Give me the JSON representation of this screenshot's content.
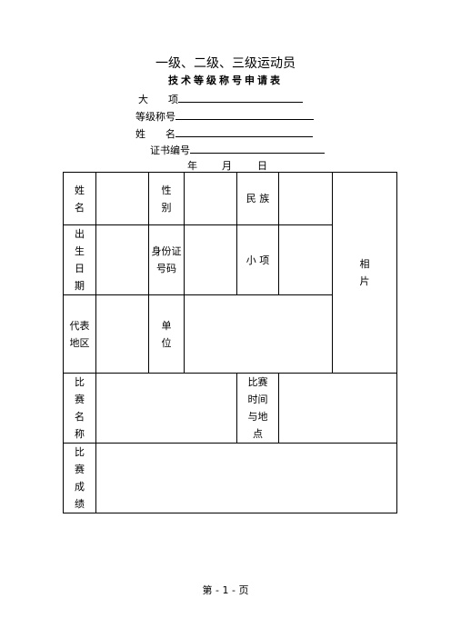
{
  "header": {
    "title": "一级、二级、三级运动员",
    "subtitle": "技术等级称号申请表"
  },
  "fields": {
    "major_label": "大　　项",
    "grade_label": "等级称号",
    "name_label": "姓　　名",
    "cert_label": "证书编号",
    "year": "年",
    "month": "月",
    "day": "日"
  },
  "table": {
    "name": "姓名",
    "gender": "性别",
    "ethnicity": "民 族",
    "photo": "相片",
    "birthdate": "出生日期",
    "id_number": "身份证号码",
    "sub_event": "小 项",
    "region": "代表地区",
    "unit": "单位",
    "competition_name": "比赛名称",
    "time_place": "比赛时间与地点",
    "result": "比赛成绩"
  },
  "footer": {
    "page": "第 - 1 - 页"
  }
}
